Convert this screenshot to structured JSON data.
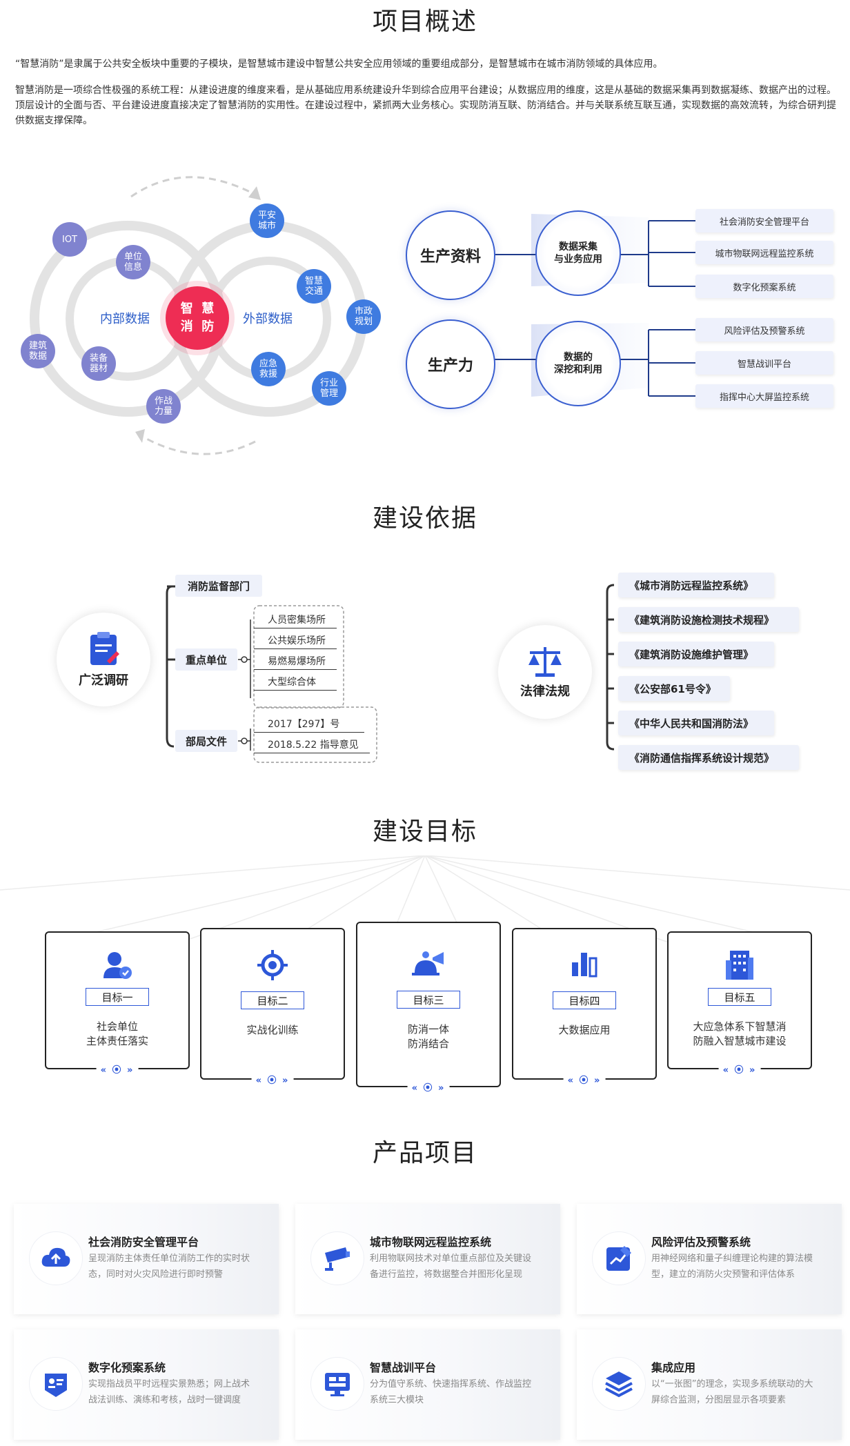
{
  "overview": {
    "title": "项目概述",
    "p1": "“智慧消防”是隶属于公共安全板块中重要的子模块，是智慧城市建设中智慧公共安全应用领域的重要组成部分，是智慧城市在城市消防领域的具体应用。",
    "p2": "智慧消防是一项综合性极强的系统工程：从建设进度的维度来看，是从基础应用系统建设升华到综合应用平台建设；从数据应用的维度，这是从基础的数据采集再到数据凝练、数据产出的过程。顶层设计的全面与否、平台建设进度直接决定了智慧消防的实用性。在建设过程中，紧抓两大业务核心。实现防消互联、防消结合。并与关联系统互联互通，实现数据的高效流转，为综合研判提供数据支撑保障。"
  },
  "diagram": {
    "center": [
      "智",
      "慧",
      "消",
      "防"
    ],
    "internal_label": "内部数据",
    "external_label": "外部数据",
    "nodes": {
      "iot": "IOT",
      "unit": [
        "单位",
        "信息"
      ],
      "building": [
        "建筑",
        "数据"
      ],
      "equip": [
        "装备",
        "器材"
      ],
      "combat": [
        "作战",
        "力量"
      ],
      "safecity": [
        "平安",
        "城市"
      ],
      "traffic": [
        "智慧",
        "交通"
      ],
      "municipal": [
        "市政",
        "规划"
      ],
      "rescue": [
        "应急",
        "救援"
      ],
      "industry": [
        "行业",
        "管理"
      ]
    }
  },
  "right_diagram": {
    "row1": {
      "main": "生产资料",
      "mid": [
        "数据采集",
        "与业务应用"
      ],
      "items": [
        "社会消防安全管理平台",
        "城市物联网远程监控系统",
        "数字化预案系统"
      ]
    },
    "row2": {
      "main": "生产力",
      "mid": [
        "数据的",
        "深挖和利用"
      ],
      "items": [
        "风险评估及预警系统",
        "智慧战训平台",
        "指挥中心大屏监控系统"
      ]
    }
  },
  "basis": {
    "title": "建设依据",
    "research": "广泛调研",
    "dept": "消防监督部门",
    "key_units": "重点单位",
    "key_units_items": [
      "人员密集场所",
      "公共娱乐场所",
      "易燃易爆场所",
      "大型综合体"
    ],
    "docs": "部局文件",
    "docs_items": [
      "2017【297】号",
      "2018.5.22 指导意见"
    ],
    "law": "法律法规",
    "law_items": [
      "《城市消防远程监控系统》",
      "《建筑消防设施检测技术规程》",
      "《建筑消防设施维护管理》",
      "《公安部61号令》",
      "《中华人民共和国消防法》",
      "《消防通信指挥系统设计规范》"
    ]
  },
  "goals": {
    "title": "建设目标",
    "items": [
      {
        "badge": "目标一",
        "l1": "社会单位",
        "l2": "主体责任落实",
        "icon": "user-shield-icon"
      },
      {
        "badge": "目标二",
        "l1": "实战化训练",
        "l2": "",
        "icon": "target-icon"
      },
      {
        "badge": "目标三",
        "l1": "防消一体",
        "l2": "防消结合",
        "icon": "alarm-horn-icon"
      },
      {
        "badge": "目标四",
        "l1": "大数据应用",
        "l2": "",
        "icon": "bar-data-icon"
      },
      {
        "badge": "目标五",
        "l1": "大应急体系下智慧消",
        "l2": "防融入智慧城市建设",
        "icon": "building-icon"
      }
    ],
    "nav": "« ⦿ »"
  },
  "products": {
    "title": "产品项目",
    "items": [
      {
        "title": "社会消防安全管理平台",
        "d1": "呈现消防主体责任单位消防工作的实时状",
        "d2": "态，同时对火灾风险进行即时预警",
        "icon": "cloud-upload-icon"
      },
      {
        "title": "城市物联网远程监控系统",
        "d1": "利用物联网技术对单位重点部位及关键设",
        "d2": "备进行监控，将数据整合并图形化呈现",
        "icon": "camera-icon"
      },
      {
        "title": "风险评估及预警系统",
        "d1": "用神经网络和量子纠缠理论构建的算法模",
        "d2": "型，建立的消防火灾预警和评估体系",
        "icon": "edit-chart-icon"
      },
      {
        "title": "数字化预案系统",
        "d1": "实现指战员平时远程实景熟悉；网上战术",
        "d2": "战法训练、演练和考核，战时一键调度",
        "icon": "id-card-icon"
      },
      {
        "title": "智慧战训平台",
        "d1": "分为值守系统、快速指挥系统、作战监控",
        "d2": "系统三大模块",
        "icon": "monitor-icon"
      },
      {
        "title": "集成应用",
        "d1": "以“一张图”的理念，实现多系统联动的大",
        "d2": "屏综合监测，分图层显示各项要素",
        "icon": "layers-icon"
      }
    ]
  },
  "colors": {
    "accent": "#2d57d8",
    "center": "#ee2d54",
    "blue_node": "#3f7be0",
    "purple_node": "#8083cf"
  }
}
